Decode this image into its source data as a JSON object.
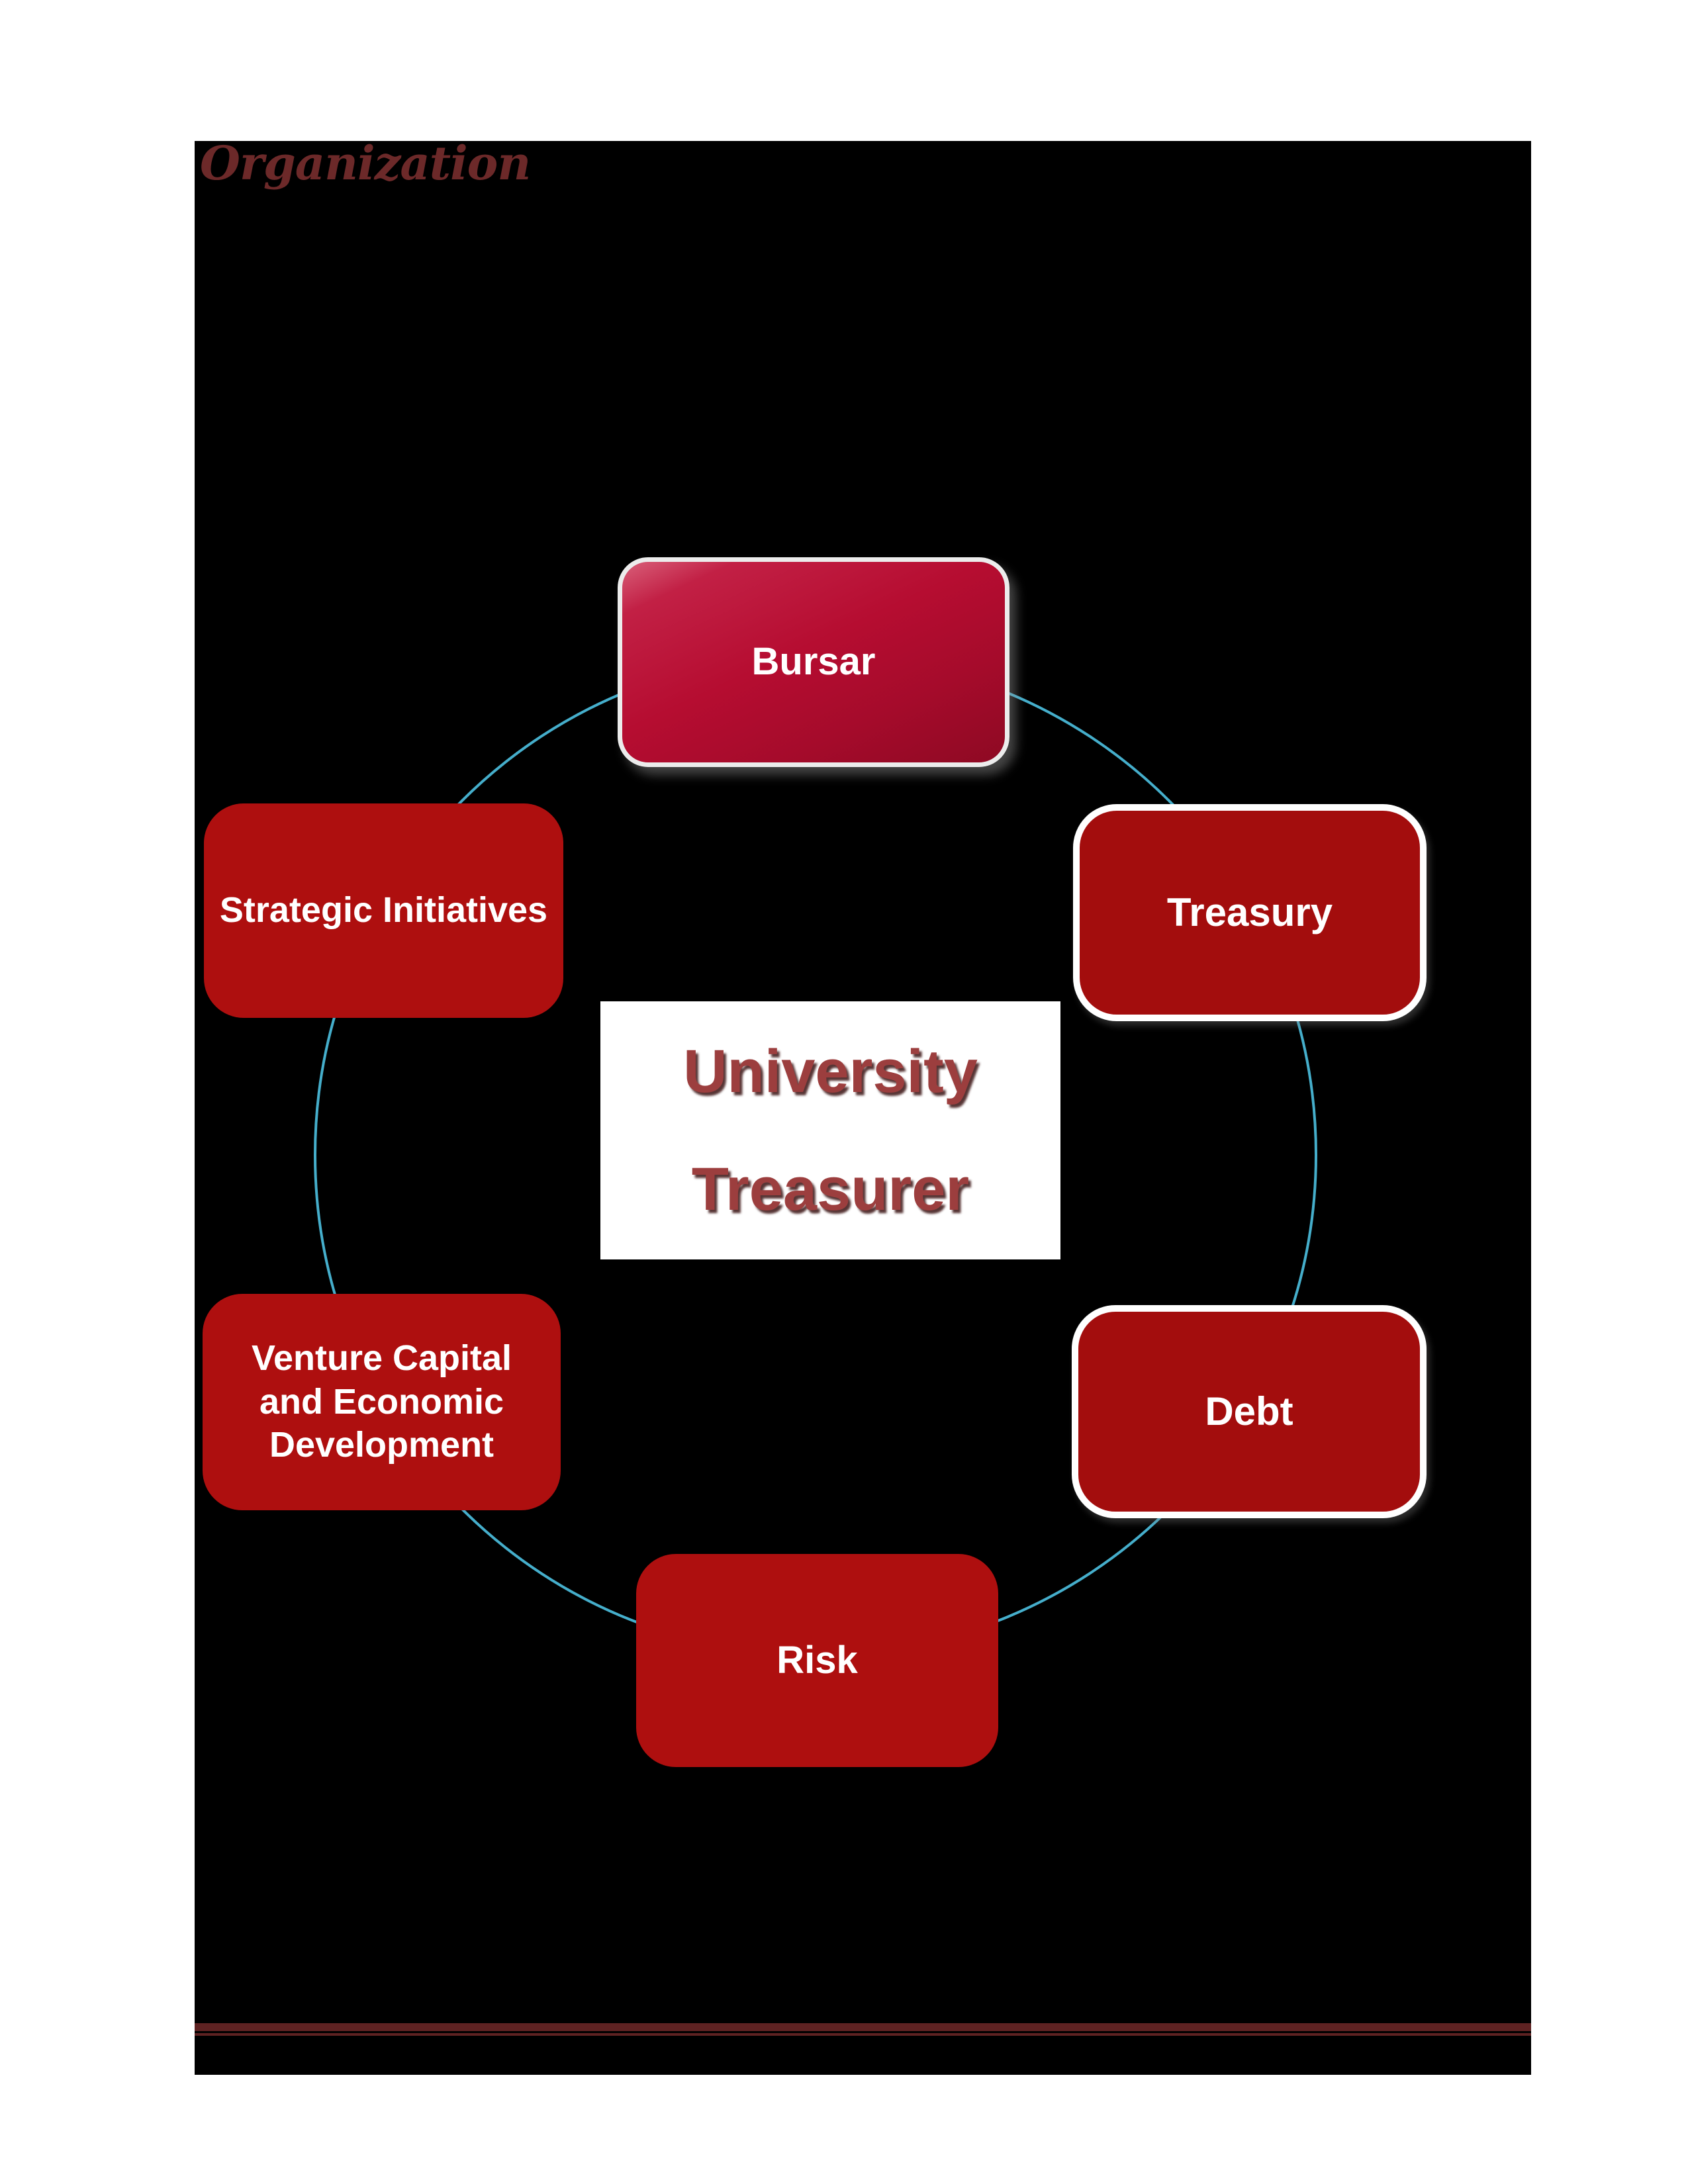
{
  "page": {
    "title": "Organization",
    "title_color": "#6c2929",
    "background": "#ffffff",
    "canvas_background": "#000000"
  },
  "diagram": {
    "type": "cycle",
    "ring_color": "#45aecb",
    "center": {
      "line1": "University",
      "line2": "Treasurer",
      "text_color": "#9c3e3e",
      "background": "#ffffff"
    },
    "nodes": [
      {
        "id": "bursar",
        "label": "Bursar",
        "style": "glossy-bevel",
        "fill": "#b60d31",
        "border": "#ececec"
      },
      {
        "id": "treasury",
        "label": "Treasury",
        "style": "white-border",
        "fill": "#a30d0d",
        "border": "#ffffff"
      },
      {
        "id": "debt",
        "label": "Debt",
        "style": "white-border",
        "fill": "#a30d0d",
        "border": "#ffffff"
      },
      {
        "id": "risk",
        "label": "Risk",
        "style": "flat",
        "fill": "#ae0f0f"
      },
      {
        "id": "venture",
        "label": "Venture Capital and Economic Development",
        "style": "flat",
        "fill": "#ae0f0f"
      },
      {
        "id": "strategic",
        "label": "Strategic Initiatives",
        "style": "flat",
        "fill": "#ae0f0f"
      }
    ]
  },
  "footer": {
    "rule_thick_color": "#5e2222",
    "rule_thin_color": "#5e2222"
  }
}
